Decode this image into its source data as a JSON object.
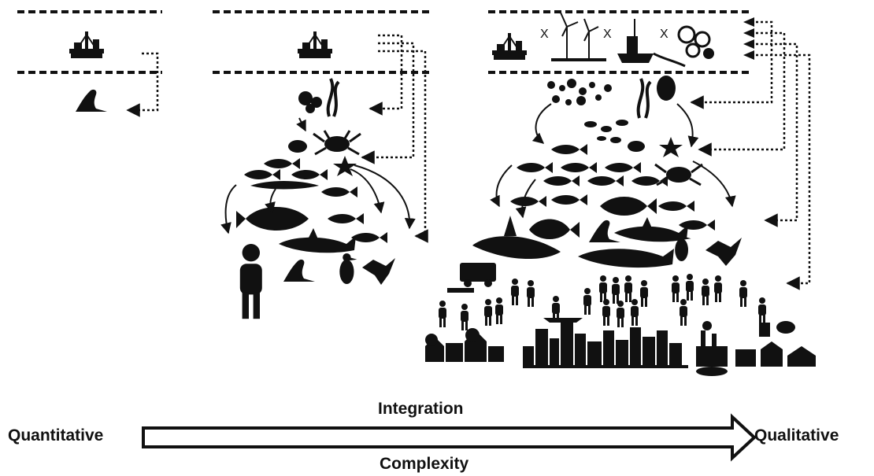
{
  "labels": {
    "left": "Quantitative",
    "right": "Qualitative",
    "arrow_top": "Integration",
    "arrow_bottom": "Complexity"
  },
  "panels": [
    {
      "id": "single-species",
      "top_row": [
        "oil-rig-icon"
      ],
      "levels": [
        [
          "sea-lion-icon"
        ]
      ]
    },
    {
      "id": "ecosystem",
      "top_row": [
        "oil-rig-icon"
      ],
      "levels": [
        [
          "plankton-icon",
          "kelp-icon"
        ],
        [
          "crab-icon",
          "urchin-icon",
          "starfish-icon"
        ],
        [
          "small-fish-icon",
          "eel-icon"
        ],
        [
          "flatfish-icon",
          "cod-icon",
          "salmon-icon",
          "shark-icon"
        ],
        [
          "human-icon",
          "seal-icon",
          "bird-icon"
        ]
      ]
    },
    {
      "id": "social-ecological",
      "top_row": [
        "oil-rig-icon",
        "wind-turbine-icon",
        "fishing-vessel-icon",
        "algae-icon"
      ],
      "separator": "X",
      "levels": [
        [
          "plankton-icon",
          "kelp-icon"
        ],
        [
          "crab-icon",
          "starfish-icon"
        ],
        [
          "fish-icon"
        ],
        [
          "orca-icon",
          "seal-icon",
          "shark-icon",
          "bird-icon"
        ],
        [
          "people-icon",
          "vehicle-icon"
        ],
        [
          "town-icon",
          "city-skyline-icon",
          "industry-icon",
          "buildings-icon"
        ]
      ]
    }
  ],
  "colors": {
    "ink": "#111111",
    "background": "#ffffff"
  }
}
